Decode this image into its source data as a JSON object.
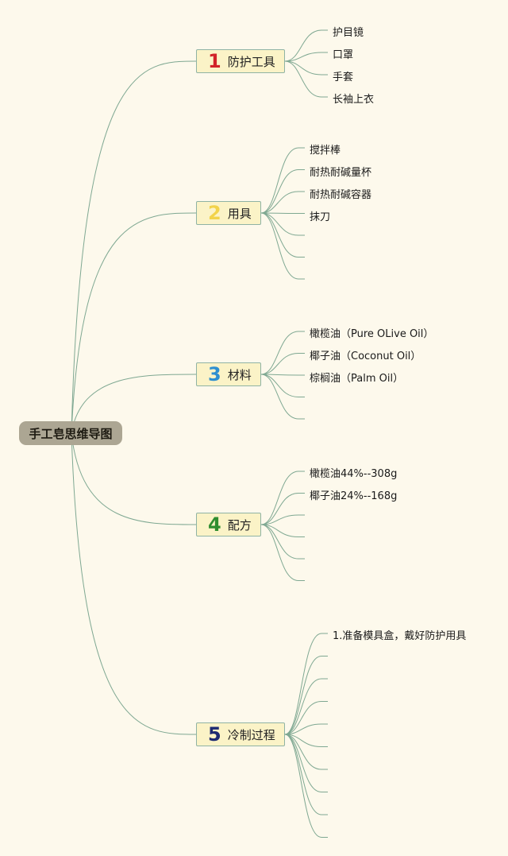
{
  "root": {
    "label": "手工皂思维导图"
  },
  "branches": [
    {
      "number": "1",
      "label": "防护工具",
      "color": "#d2232a",
      "items": [
        "护目镜",
        "口罩",
        "手套",
        "长袖上衣"
      ],
      "empty_slots": 0
    },
    {
      "number": "2",
      "label": "用具",
      "color": "#f2d34a",
      "items": [
        "搅拌棒",
        "耐热耐碱量杯",
        "耐热耐碱容器",
        "抹刀"
      ],
      "empty_slots": 3
    },
    {
      "number": "3",
      "label": "材料",
      "color": "#2e8fd0",
      "items": [
        "橄榄油（Pure OLive Oil）",
        "椰子油（Coconut Oil）",
        "棕榈油（Palm Oil）"
      ],
      "empty_slots": 2
    },
    {
      "number": "4",
      "label": "配方",
      "color": "#2f8e2f",
      "items": [
        "橄榄油44%--308g",
        "椰子油24%--168g"
      ],
      "empty_slots": 4
    },
    {
      "number": "5",
      "label": "冷制过程",
      "color": "#1d2a72",
      "items": [
        "1.准备模具盒，戴好防护用具"
      ],
      "empty_slots": 9
    }
  ]
}
